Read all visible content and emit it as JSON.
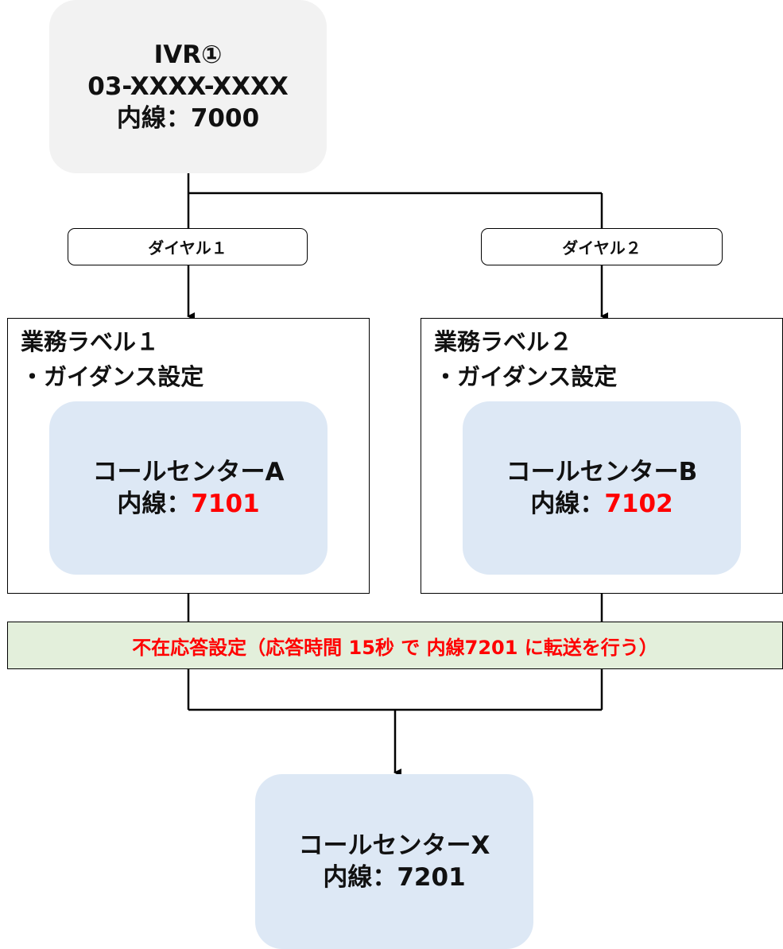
{
  "ivr": {
    "name": "IVR①",
    "phone": "03-XXXX-XXXX",
    "ext_label": "内線：",
    "ext_value": "7000"
  },
  "dial1": {
    "label": "ダイヤル１"
  },
  "dial2": {
    "label": "ダイヤル２"
  },
  "label1": {
    "title": "業務ラベル１",
    "guidance": "・ガイダンス設定",
    "center_name": "コールセンターA",
    "ext_label": "内線：",
    "ext_value": "7101"
  },
  "label2": {
    "title": "業務ラベル２",
    "guidance": "・ガイダンス設定",
    "center_name": "コールセンターB",
    "ext_label": "内線：",
    "ext_value": "7102"
  },
  "absence": {
    "text": "不在応答設定（応答時間 15秒 で 内線7201 に転送を行う）"
  },
  "center_x": {
    "name": "コールセンターX",
    "ext_label": "内線：",
    "ext_value": "7201"
  },
  "colors": {
    "highlight": "#ff0000",
    "ivr_fill": "#f2f2f2",
    "center_fill": "#dde8f5",
    "absence_fill": "#e3efdb"
  }
}
